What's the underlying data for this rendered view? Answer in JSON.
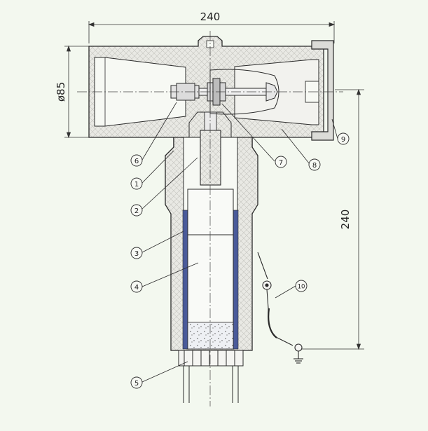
{
  "dimensions": {
    "top_width": "240",
    "diameter": "ø85",
    "height": "240"
  },
  "callouts": [
    "1",
    "2",
    "3",
    "4",
    "5",
    "6",
    "7",
    "8",
    "9",
    "10"
  ],
  "colors": {
    "background": "#f3f8ef",
    "line": "#2a2a2a",
    "insulation_fill": "#e8e8e3",
    "semiconductive_layer": "#4a5a9a",
    "filler": "#c8ccd8"
  }
}
